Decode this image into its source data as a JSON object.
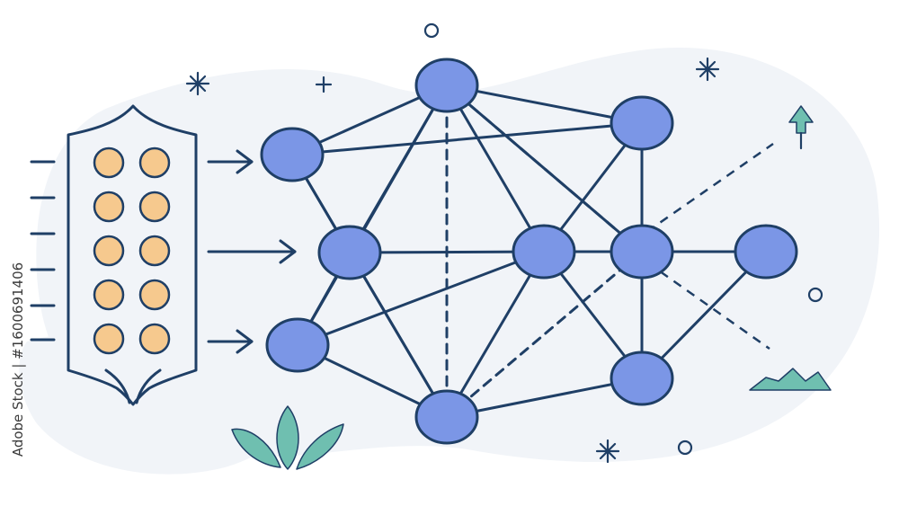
{
  "watermark": {
    "text": "Adobe Stock | #1600691406"
  },
  "colors": {
    "stroke": "#1f3f66",
    "node_fill": "#7b96e6",
    "input_fill": "#f6c98e",
    "accent_teal": "#6fbfb0",
    "blob_fill": "#f1f4f8",
    "background": "#ffffff"
  },
  "diagram": {
    "type": "neural-network-illustration",
    "input_column": {
      "rows": 5,
      "columns": 2
    },
    "nodes": [
      "n-a",
      "n-b",
      "n-c",
      "n-d",
      "n-e",
      "n-f",
      "n-g",
      "n-h",
      "n-i"
    ],
    "edges_solid": [
      [
        "n-a",
        "n-d"
      ],
      [
        "n-a",
        "n-f"
      ],
      [
        "n-a",
        "n-b"
      ],
      [
        "n-a",
        "n-e"
      ],
      [
        "n-b",
        "n-d"
      ],
      [
        "n-b",
        "n-g"
      ],
      [
        "n-b",
        "n-e"
      ],
      [
        "n-b",
        "n-c"
      ],
      [
        "n-c",
        "n-d"
      ],
      [
        "n-c",
        "n-g"
      ],
      [
        "n-c",
        "n-e"
      ],
      [
        "n-d",
        "n-f"
      ],
      [
        "n-d",
        "n-g"
      ],
      [
        "n-d",
        "n-h"
      ],
      [
        "n-e",
        "n-g"
      ],
      [
        "n-e",
        "n-i"
      ],
      [
        "n-f",
        "n-g"
      ],
      [
        "n-f",
        "n-h"
      ],
      [
        "n-g",
        "n-h"
      ],
      [
        "n-g",
        "n-i"
      ],
      [
        "n-h",
        "n-i"
      ],
      [
        "n-h",
        "n-j"
      ],
      [
        "n-i",
        "n-j"
      ]
    ],
    "edges_dashed": [
      [
        "n-d",
        "n-e"
      ],
      [
        "n-d",
        "n-h"
      ],
      [
        "n-e",
        "n-h"
      ]
    ]
  }
}
